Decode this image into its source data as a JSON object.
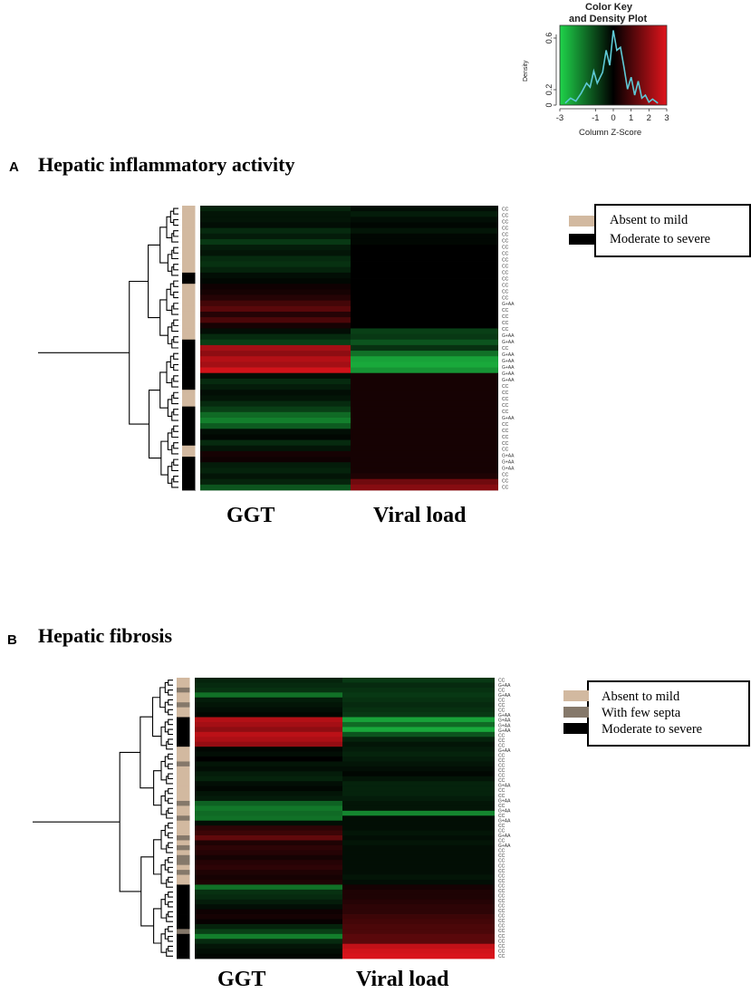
{
  "color_key": {
    "title_line1": "Color Key",
    "title_line2": "and Density Plot",
    "ylabel": "Density",
    "xlabel": "Column Z-Score",
    "xticks": [
      "-3",
      "-1",
      "0",
      "1",
      "2",
      "3"
    ],
    "yticks": [
      "0",
      "0.2",
      "0.6"
    ],
    "colors": {
      "low": "#1fd34a",
      "mid": "#000000",
      "high": "#e0141c",
      "density_line": "#5fc9d6"
    }
  },
  "panel_a": {
    "letter": "A",
    "title": "Hepatic inflammatory activity",
    "legend": [
      {
        "label": "Absent to mild",
        "color": "#d2b9a0"
      },
      {
        "label": "Moderate to severe",
        "color": "#000000"
      }
    ],
    "columns": [
      "GGT",
      "Viral load"
    ],
    "row_labels": [
      "CC",
      "CC",
      "CC",
      "CC",
      "CC",
      "CC",
      "CC",
      "CC",
      "CC",
      "CC",
      "CC",
      "CC",
      "CC",
      "CC",
      "CC",
      "G+AA",
      "CC",
      "CC",
      "CC",
      "CC",
      "G+AA",
      "G+AA",
      "CC",
      "G+AA",
      "G+AA",
      "G+AA",
      "G+AA",
      "G+AA",
      "CC",
      "CC",
      "CC",
      "CC",
      "CC",
      "G+AA",
      "CC",
      "CC",
      "CC",
      "CC",
      "CC",
      "G+AA",
      "G+AA",
      "G+AA",
      "CC",
      "CC",
      "CC"
    ]
  },
  "panel_b": {
    "letter": "B",
    "title": "Hepatic fibrosis",
    "legend": [
      {
        "label": "Absent to mild",
        "color": "#d2b9a0"
      },
      {
        "label": "With few septa",
        "color": "#85786a"
      },
      {
        "label": "Moderate to severe",
        "color": "#000000"
      }
    ],
    "columns": [
      "GGT",
      "Viral load"
    ],
    "row_labels": [
      "CC",
      "G+AA",
      "CC",
      "G+AA",
      "CC",
      "CC",
      "CC",
      "G+AA",
      "G+AA",
      "G+AA",
      "G+AA",
      "CC",
      "CC",
      "CC",
      "G+AA",
      "CC",
      "CC",
      "CC",
      "CC",
      "CC",
      "CC",
      "G+AA",
      "CC",
      "CC",
      "G+AA",
      "CC",
      "G+AA",
      "CC",
      "G+AA",
      "CC",
      "CC",
      "G+AA",
      "CC",
      "G+AA",
      "CC",
      "CC",
      "CC",
      "CC",
      "CC",
      "CC",
      "CC",
      "CC",
      "CC",
      "CC",
      "CC",
      "CC",
      "CC",
      "CC",
      "CC",
      "CC",
      "CC",
      "CC",
      "CC",
      "CC",
      "CC",
      "CC"
    ]
  },
  "chart_data": [
    {
      "type": "heatmap",
      "title": "Hepatic inflammatory activity",
      "categories": [
        "GGT",
        "Viral load"
      ],
      "color_scale": {
        "label": "Column Z-Score",
        "range": [
          -3,
          3
        ],
        "low": "#1fd34a",
        "mid": "#000000",
        "high": "#e0141c"
      },
      "row_groups": [
        "A",
        "A",
        "A",
        "A",
        "A",
        "A",
        "A",
        "A",
        "A",
        "A",
        "A",
        "A",
        "M",
        "M",
        "A",
        "A",
        "A",
        "A",
        "A",
        "A",
        "A",
        "A",
        "A",
        "A",
        "M",
        "M",
        "M",
        "M",
        "M",
        "M",
        "M",
        "M",
        "M",
        "A",
        "A",
        "A",
        "M",
        "M",
        "M",
        "M",
        "M",
        "M",
        "M",
        "A",
        "A",
        "M",
        "M",
        "M",
        "M",
        "M",
        "M"
      ],
      "ggt": [
        -0.5,
        -0.3,
        -0.3,
        -0.2,
        -0.6,
        -0.4,
        -0.8,
        -0.4,
        -0.3,
        -0.6,
        -0.7,
        -0.5,
        -0.2,
        -0.1,
        0.2,
        0.3,
        0.5,
        0.9,
        1.2,
        0.5,
        1.0,
        0.3,
        -0.2,
        -0.6,
        -0.9,
        2.2,
        1.9,
        2.4,
        2.2,
        2.8,
        -0.2,
        -0.6,
        -0.4,
        -0.2,
        -0.3,
        -0.6,
        -0.9,
        -1.5,
        -1.8,
        -1.3,
        -0.2,
        -0.1,
        -0.6,
        -0.3,
        0.3,
        0.2,
        -0.4,
        -0.5,
        -0.3,
        -0.5,
        -1.2
      ],
      "viral_load": [
        -0.2,
        -0.4,
        -0.2,
        -0.1,
        -0.3,
        -0.1,
        -0.1,
        0,
        0,
        0,
        0,
        0,
        0,
        0,
        0,
        0,
        0,
        0,
        0,
        0,
        0,
        0,
        -0.9,
        -0.8,
        -1.2,
        -0.7,
        -1.6,
        -2.3,
        -2.4,
        -2.1,
        0.3,
        0.3,
        0.3,
        0.3,
        0.3,
        0.3,
        0.3,
        0.3,
        0.3,
        0.3,
        0.3,
        0.3,
        0.3,
        0.3,
        0.3,
        0.3,
        0.3,
        0.3,
        0.4,
        1.5,
        1.8
      ]
    },
    {
      "type": "heatmap",
      "title": "Hepatic fibrosis",
      "categories": [
        "GGT",
        "Viral load"
      ],
      "color_scale": {
        "label": "Column Z-Score",
        "range": [
          -3,
          3
        ],
        "low": "#1fd34a",
        "mid": "#000000",
        "high": "#e0141c"
      },
      "row_groups": [
        "A",
        "A",
        "F",
        "A",
        "A",
        "F",
        "A",
        "A",
        "M",
        "M",
        "M",
        "M",
        "M",
        "M",
        "A",
        "A",
        "A",
        "F",
        "A",
        "A",
        "A",
        "A",
        "A",
        "A",
        "A",
        "F",
        "A",
        "A",
        "F",
        "A",
        "A",
        "A",
        "F",
        "A",
        "F",
        "A",
        "F",
        "F",
        "A",
        "F",
        "A",
        "A",
        "M",
        "M",
        "M",
        "M",
        "M",
        "M",
        "M",
        "M",
        "M",
        "F",
        "M",
        "M",
        "M",
        "M",
        "M"
      ],
      "ggt": [
        -0.5,
        -0.6,
        -0.7,
        -1.6,
        -0.4,
        -0.3,
        -0.2,
        -0.1,
        2.4,
        2.2,
        1.9,
        2.5,
        2.3,
        2.0,
        -0.1,
        -0.2,
        0,
        -0.3,
        -0.2,
        -0.4,
        -0.5,
        -0.2,
        -0.1,
        -0.3,
        -0.4,
        -1.4,
        -1.7,
        -1.5,
        -1.6,
        -0.2,
        0.6,
        0.8,
        1.3,
        0.4,
        0.6,
        0.5,
        0.3,
        0.5,
        0.6,
        0.4,
        0.3,
        0.4,
        -1.6,
        -0.7,
        -0.6,
        -0.4,
        -0.2,
        0.2,
        0.3,
        0.1,
        -0.5,
        -0.9,
        -1.8,
        -0.6,
        -0.3,
        -0.2,
        -0.1
      ],
      "viral_load": [
        -0.8,
        -0.6,
        -0.7,
        -0.8,
        -0.7,
        -0.6,
        -0.7,
        -0.8,
        -2.3,
        -1.5,
        -2.4,
        -1.2,
        -0.5,
        -0.3,
        -0.4,
        -0.5,
        -0.4,
        -0.3,
        -0.2,
        -0.1,
        -0.3,
        -0.5,
        -0.5,
        -0.5,
        -0.4,
        -0.3,
        -0.3,
        -1.9,
        -0.2,
        -0.2,
        -0.2,
        -0.3,
        -0.2,
        -0.3,
        -0.2,
        -0.2,
        -0.2,
        -0.2,
        -0.2,
        -0.2,
        -0.3,
        -0.2,
        0.3,
        0.4,
        0.4,
        0.5,
        0.6,
        0.6,
        0.8,
        0.9,
        1.0,
        1.0,
        1.2,
        1.2,
        2.6,
        2.8,
        2.9
      ]
    }
  ]
}
